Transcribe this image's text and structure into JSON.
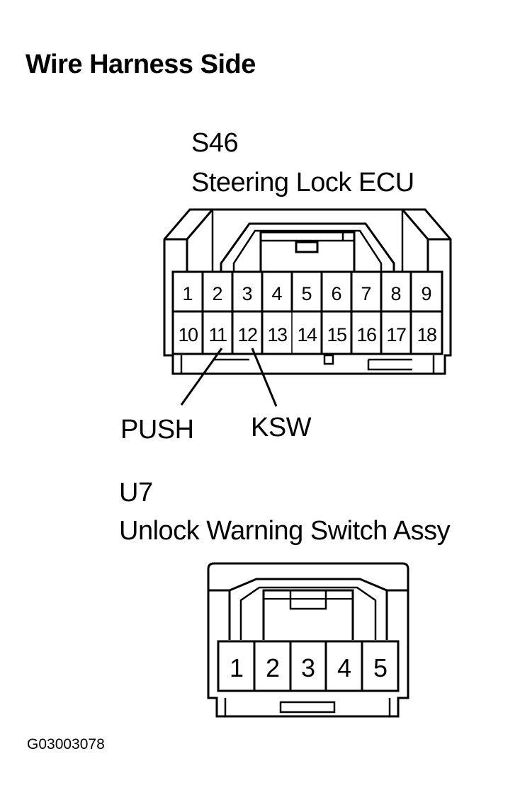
{
  "page": {
    "title": "Wire Harness Side",
    "figure_id": "G03003078"
  },
  "connectors": [
    {
      "code": "S46",
      "name": "Steering Lock ECU",
      "top_row": [
        "1",
        "2",
        "3",
        "4",
        "5",
        "6",
        "7",
        "8",
        "9"
      ],
      "bottom_row": [
        "10",
        "11",
        "12",
        "13",
        "14",
        "15",
        "16",
        "17",
        "18"
      ],
      "callouts": [
        {
          "pin": "11",
          "label": "PUSH"
        },
        {
          "pin": "12",
          "label": "KSW"
        }
      ]
    },
    {
      "code": "U7",
      "name": "Unlock Warning Switch Assy",
      "pins": [
        "1",
        "2",
        "3",
        "4",
        "5"
      ]
    }
  ]
}
